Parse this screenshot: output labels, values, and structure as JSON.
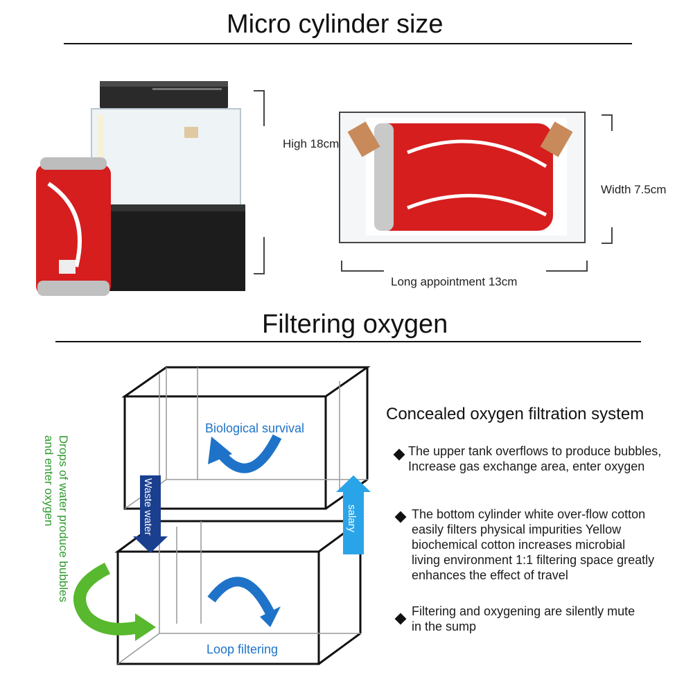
{
  "top_section": {
    "title": "Micro cylinder size",
    "dims": {
      "height": "High 18cm",
      "width": "Width 7.5cm",
      "length": "Long appointment 13cm"
    }
  },
  "bottom_section": {
    "title": "Filtering oxygen",
    "diagram": {
      "side_label": "Drops of water produce bubbles\nand enter oxygen",
      "upper_label": "Biological survival",
      "lower_label": "Loop filtering",
      "down_arrow_label": "Waste water",
      "up_arrow_label": "salary"
    },
    "explanation": {
      "heading": "Concealed oxygen filtration system",
      "bullets": [
        {
          "lines": [
            "The upper tank overflows to produce bubbles,",
            "Increase gas exchange area, enter oxygen"
          ]
        },
        {
          "lines": [
            "The bottom cylinder white over-flow cotton",
            "easily filters physical impurities Yellow",
            "biochemical cotton increases microbial",
            "living environment 1:1 filtering space greatly",
            "enhances the effect of travel"
          ]
        },
        {
          "lines": [
            "Filtering and oxygening are silently mute",
            "in the sump"
          ]
        }
      ]
    }
  },
  "colors": {
    "blue_arrow": "#1e73c8",
    "dark_blue_arrow": "#1a3f8f",
    "light_blue_arrow": "#2aa4e8",
    "green_arrow": "#58b82e",
    "can_red": "#d61e1e"
  }
}
